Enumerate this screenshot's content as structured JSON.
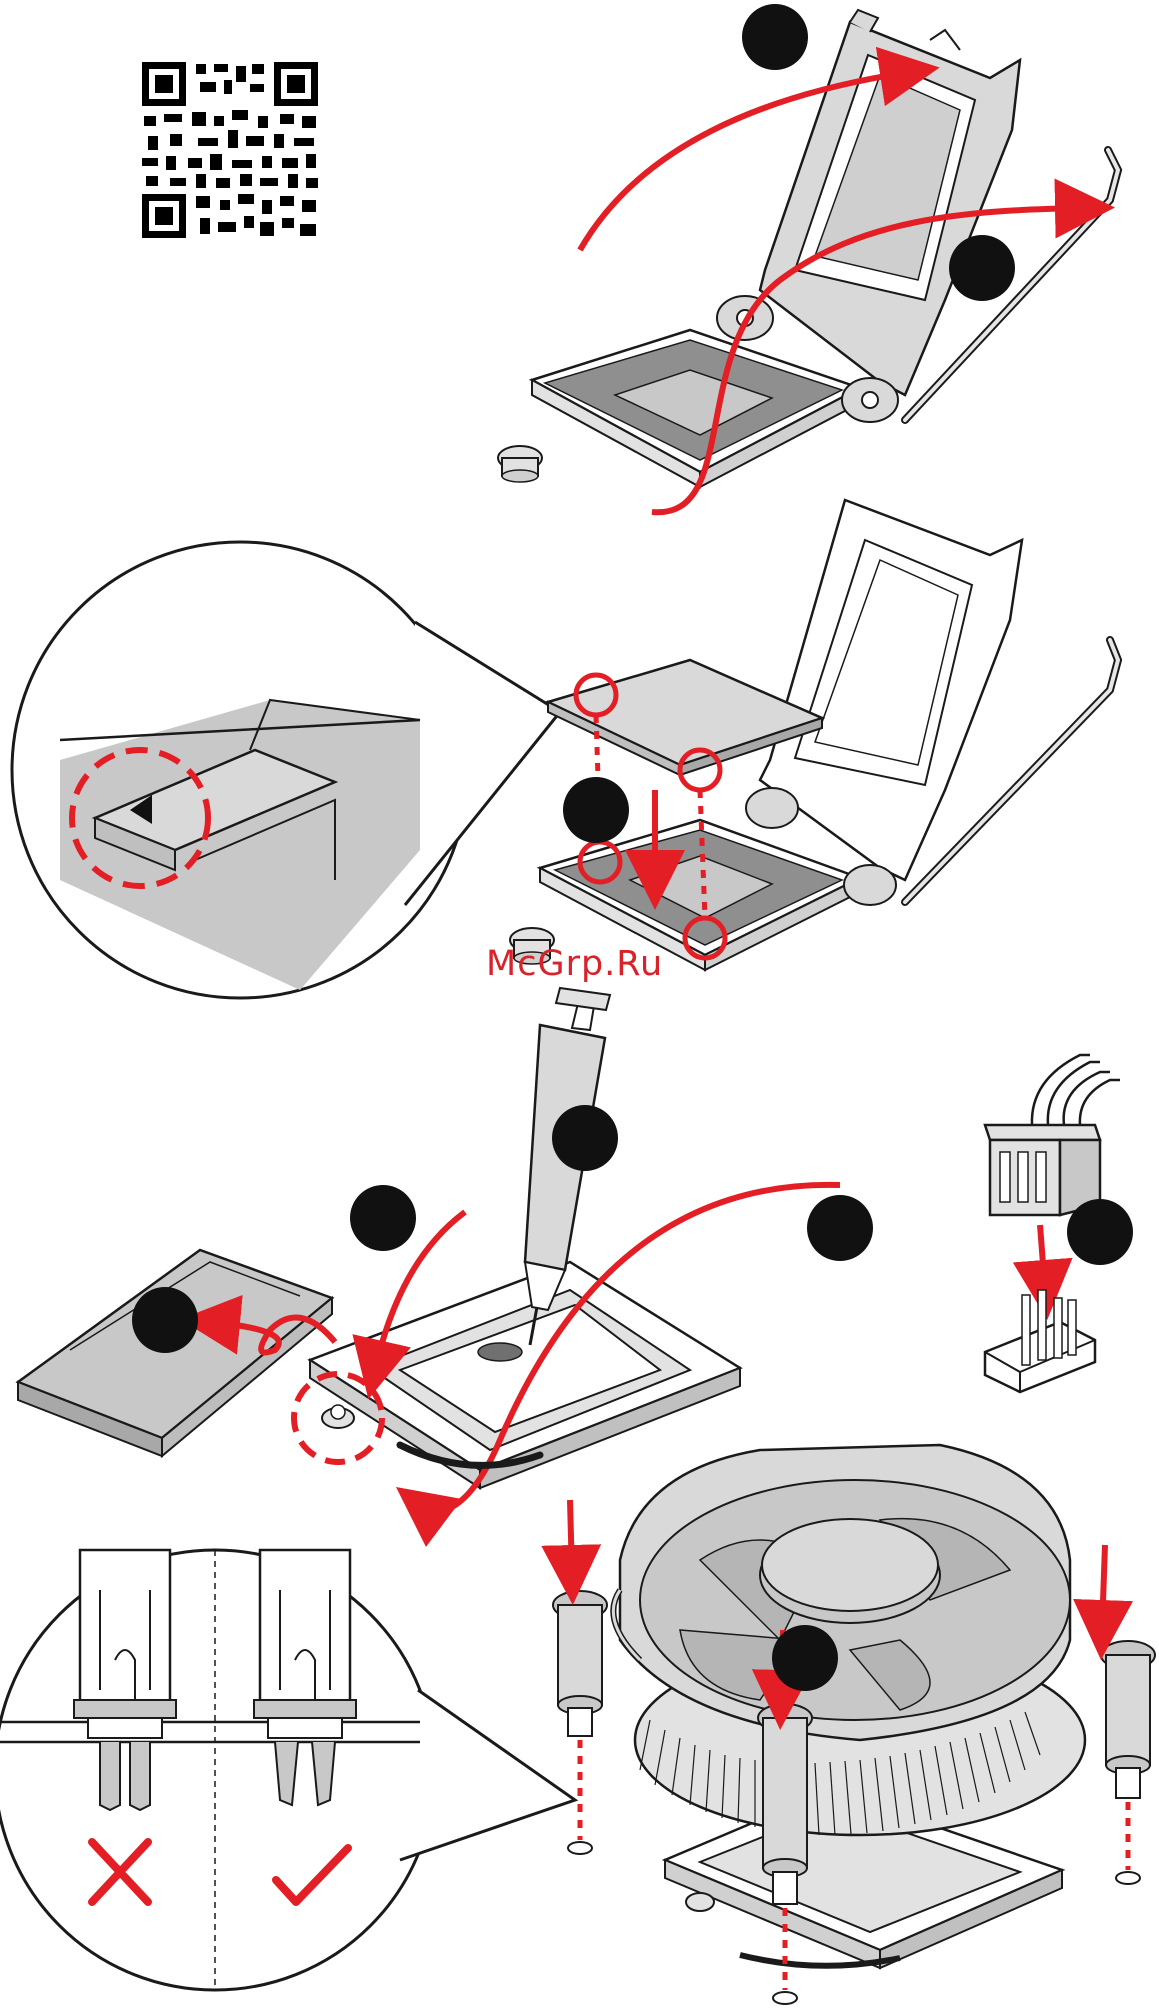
{
  "watermark": {
    "text": "McGrp.Ru"
  },
  "colors": {
    "accent": "#e31e24",
    "outline": "#1a1a1a",
    "socket_gray": "#8f8f8f",
    "part_gray": "#c8c8c8",
    "light_gray": "#e2e2e2",
    "badge": "#111111"
  },
  "icons": {
    "qr": "qr-code-icon",
    "wrong": "cross-mark-icon",
    "right": "check-mark-icon",
    "triangle": "triangle-marker-icon"
  },
  "panels": [
    {
      "id": "open-socket",
      "description_visible": false
    },
    {
      "id": "insert-cpu",
      "description_visible": false
    },
    {
      "id": "paste-and-cap",
      "description_visible": false
    },
    {
      "id": "fan-connector",
      "description_visible": false
    },
    {
      "id": "install-cooler",
      "description_visible": false
    }
  ]
}
